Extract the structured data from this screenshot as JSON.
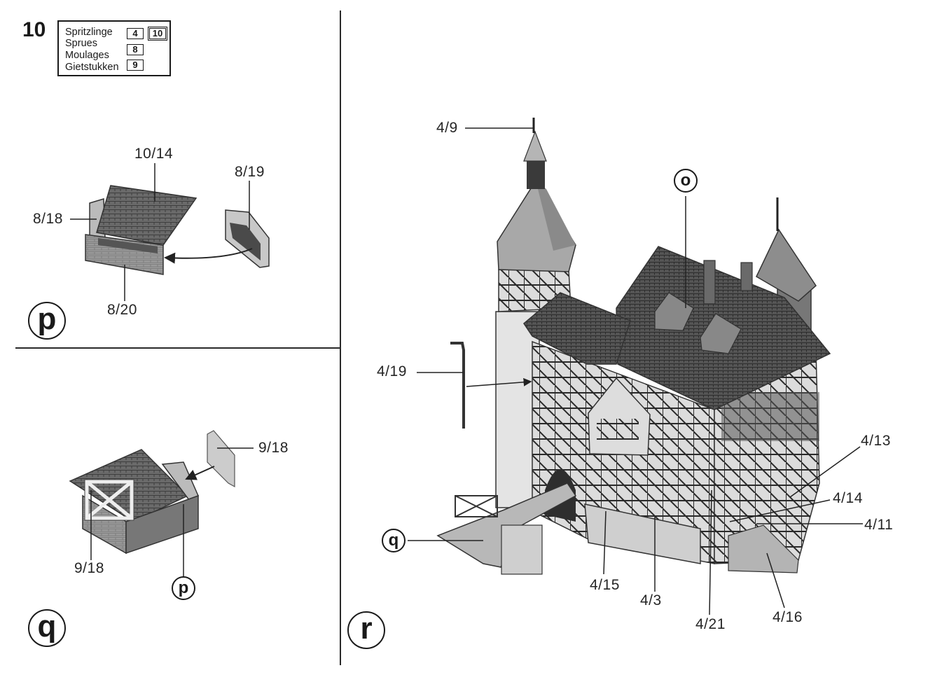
{
  "step_number": "10",
  "sprues": {
    "labels": [
      "Spritzlinge",
      "Sprues",
      "Moulages",
      "Gietstukken"
    ],
    "numbers": [
      "4",
      "10",
      "8",
      "9"
    ]
  },
  "panel_p": {
    "badge": "p",
    "labels": {
      "roof": "10/14",
      "side": "8/18",
      "insert": "8/19",
      "wall": "8/20"
    }
  },
  "panel_q": {
    "badge": "q",
    "labels": {
      "panel": "9/18",
      "railing": "9/18",
      "ref": "p"
    }
  },
  "panel_r": {
    "badge": "r",
    "labels": {
      "spire": "4/9",
      "ref_o": "o",
      "downpipe": "4/19",
      "ref_q": "q",
      "l4_13": "4/13",
      "l4_14": "4/14",
      "l4_11": "4/11",
      "l4_15": "4/15",
      "l4_3": "4/3",
      "l4_21": "4/21",
      "l4_16": "4/16"
    }
  }
}
